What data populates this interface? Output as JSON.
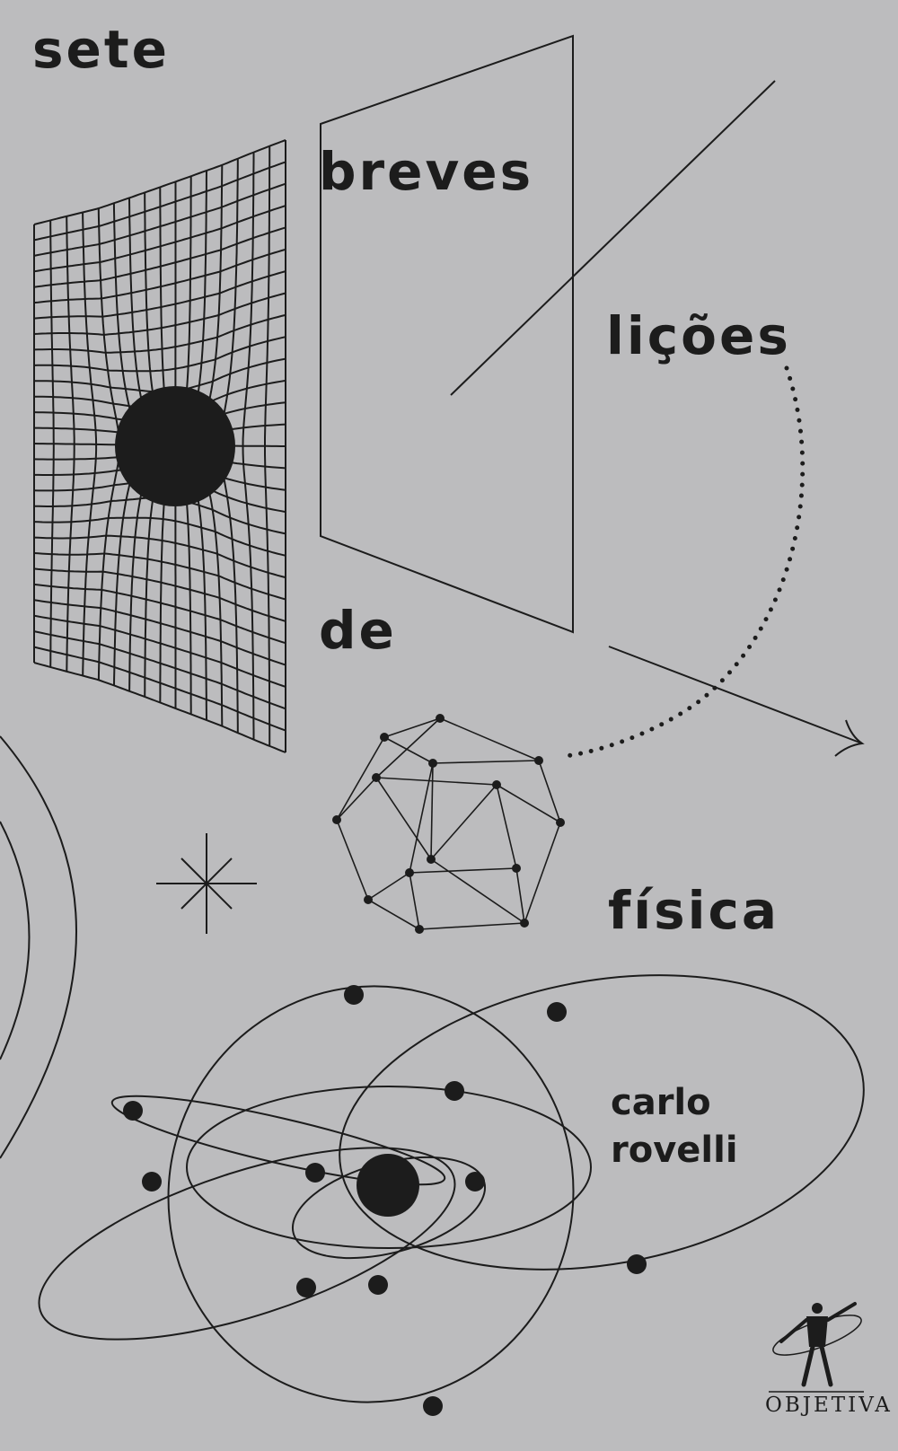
{
  "book": {
    "title_words": [
      "sete",
      "breves",
      "lições",
      "de",
      "física"
    ],
    "author_first": "carlo",
    "author_last": "rovelli",
    "publisher": "OBJETIVA"
  },
  "colors": {
    "background": "#bcbcbe",
    "ink": "#1c1c1c"
  },
  "illustrations": [
    "curved-spacetime-grid-icon",
    "black-hole-icon",
    "plane-icon",
    "light-ray-arrow-icon",
    "dotted-orbit-path-icon",
    "polyhedron-network-icon",
    "star-sparkle-icon",
    "planet-arc-icon",
    "atom-orbits-icon",
    "publisher-logo-icon"
  ]
}
